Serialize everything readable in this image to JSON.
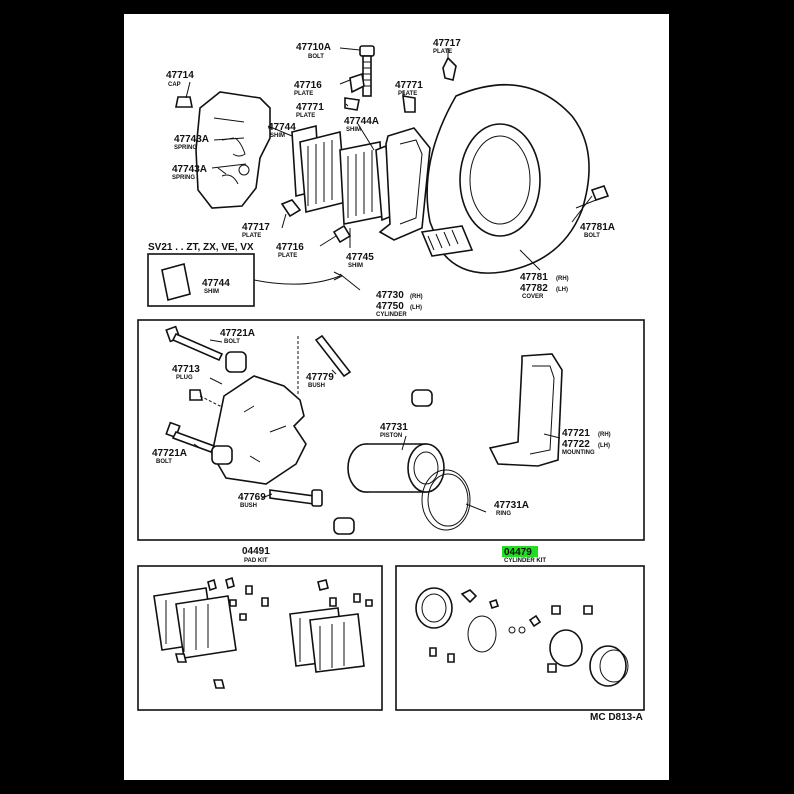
{
  "labels": {
    "l47710A": {
      "num": "47710A",
      "sub": "BOLT"
    },
    "l47717top": {
      "num": "47717",
      "sub": "PLATE"
    },
    "l47714": {
      "num": "47714",
      "sub": "CAP"
    },
    "l47716top": {
      "num": "47716",
      "sub": "PLATE"
    },
    "l47771a": {
      "num": "47771",
      "sub": "PLATE"
    },
    "l47771b": {
      "num": "47771",
      "sub": "PLATE"
    },
    "l47743A1": {
      "num": "47743A",
      "sub": "SPRING"
    },
    "l47744": {
      "num": "47744",
      "sub": "SHIM"
    },
    "l47744A": {
      "num": "47744A",
      "sub": "SHIM"
    },
    "l47743A2": {
      "num": "47743A",
      "sub": "SPRING"
    },
    "l47717mid": {
      "num": "47717",
      "sub": "PLATE"
    },
    "l47716mid": {
      "num": "47716",
      "sub": "PLATE"
    },
    "l47745": {
      "num": "47745",
      "sub": "SHIM"
    },
    "l47781A": {
      "num": "47781A",
      "sub": "BOLT"
    },
    "l47781": {
      "num": "47781",
      "sub": "(RH)"
    },
    "l47782": {
      "num": "47782",
      "sub": "(LH)",
      "name": "COVER"
    },
    "sv21": {
      "text": "SV21 . . ZT, ZX, VE, VX"
    },
    "l47744box": {
      "num": "47744",
      "sub": "SHIM"
    },
    "l47730": {
      "num": "47730",
      "sub": "(RH)"
    },
    "l47750": {
      "num": "47750",
      "sub": "(LH)",
      "name": "CYLINDER"
    },
    "l47721Atop": {
      "num": "47721A",
      "sub": "BOLT"
    },
    "l47713": {
      "num": "47713",
      "sub": "PLUG"
    },
    "l47779": {
      "num": "47779",
      "sub": "BUSH"
    },
    "l47731": {
      "num": "47731",
      "sub": "PISTON"
    },
    "l47721": {
      "num": "47721",
      "sub": "(RH)"
    },
    "l47722": {
      "num": "47722",
      "sub": "(LH)",
      "name": "MOUNTING"
    },
    "l47721Abot": {
      "num": "47721A",
      "sub": "BOLT"
    },
    "l47769": {
      "num": "47769",
      "sub": "BUSH"
    },
    "l47731A": {
      "num": "47731A",
      "sub": "RING"
    },
    "l04491": {
      "num": "04491",
      "sub": "PAD KIT"
    },
    "l04479": {
      "num": "04479",
      "sub": "CYLINDER KIT"
    },
    "code": {
      "text": "MC D813-A"
    }
  },
  "colors": {
    "highlight": "#22dd22",
    "frame": "#000000",
    "line": "#111111"
  }
}
